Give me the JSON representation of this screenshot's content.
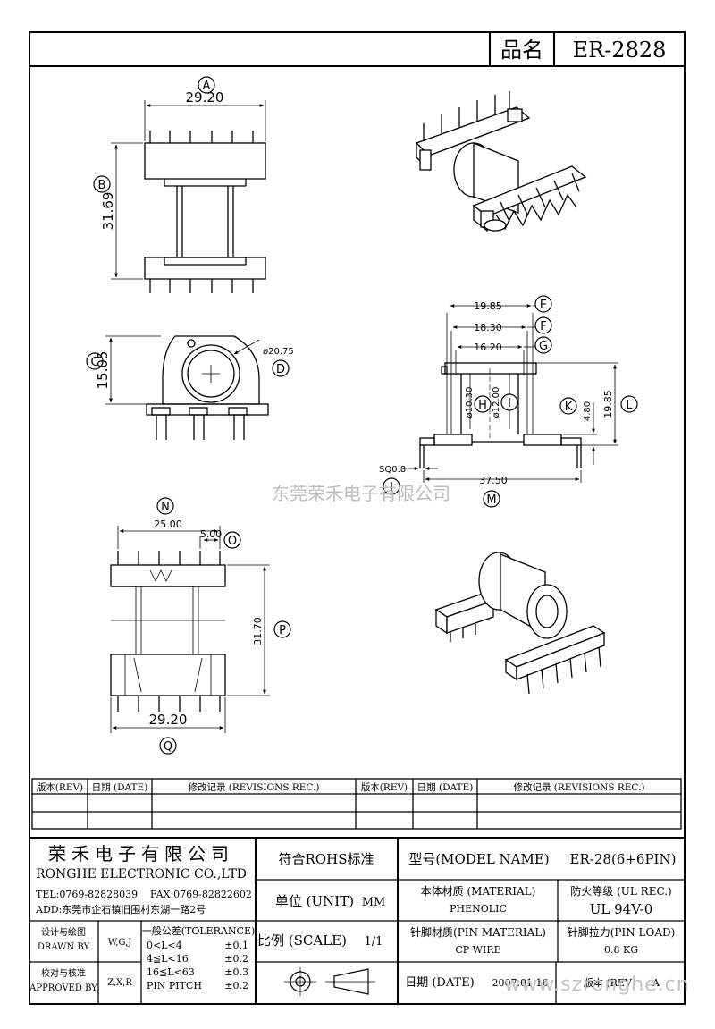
{
  "header": {
    "name_label": "品名",
    "part_no": "ER-2828"
  },
  "view_a": {
    "label_a": "A",
    "dim_a": "29.20",
    "label_b": "B",
    "dim_b": "31.69"
  },
  "view_c": {
    "label_c": "C",
    "dim_c": "15.05",
    "hole_dia": "ø20.75",
    "label_d": "D"
  },
  "view_side": {
    "label_e": "E",
    "dim_e": "19.85",
    "label_f": "F",
    "dim_f": "18.30",
    "label_g": "G",
    "dim_g": "16.20",
    "label_h": "H",
    "dim_h": "ø10.30",
    "label_i": "I",
    "dim_i": "ø12.00",
    "label_k": "K",
    "dim_k": "4.80",
    "label_l": "L",
    "dim_l": "19.85",
    "label_j": "J",
    "dim_j": "SQ0.8",
    "label_m": "M",
    "dim_m": "37.50"
  },
  "view_n": {
    "label_n": "N",
    "dim_n": "25.00",
    "label_o": "O",
    "dim_o": "5.00",
    "label_p": "P",
    "dim_p": "31.70",
    "label_q": "Q",
    "dim_q": "29.20"
  },
  "watermark_company": "东莞荣禾电子有限公司",
  "watermark_url": "www.szronghe.cn",
  "revisions": {
    "rev_header": "版本(REV)",
    "date_header": "日期 (DATE)",
    "record_header": "修改记录 (REVISIONS REC.)"
  },
  "titleblock": {
    "company_cn": "荣禾电子有限公司",
    "company_en": "RONGHE ELECTRONIC CO.,LTD",
    "tel": "TEL:0769-82828039",
    "fax": "FAX:0769-82822602",
    "address": "ADD:东莞市企石镇旧围村东湖一路2号",
    "rohs": "符合ROHS标准",
    "model_label": "型号(MODEL NAME)",
    "model_value": "ER-28(6+6PIN)",
    "unit_label": "单位 (UNIT)",
    "unit_value": "MM",
    "material_label": "本体材质 (MATERIAL)",
    "material_value": "PHENOLIC",
    "ul_label": "防火等级 (UL REC.)",
    "ul_value": "UL 94V-0",
    "designed_cn": "设计与绘图",
    "designed_en": "DRAWN BY",
    "designed_value": "W,G,J",
    "approved_cn": "校对与核准",
    "approved_en": "APPROVED BY",
    "approved_value": "Z,X,R",
    "tolerance_title": "一般公差(TOLERANCE)",
    "tol_rows": [
      {
        "range": "0<L<4",
        "value": "±0.1"
      },
      {
        "range": "4≦L<16",
        "value": "±0.2"
      },
      {
        "range": "16≦L<63",
        "value": "±0.3"
      },
      {
        "range": "PIN PITCH",
        "value": "±0.2"
      }
    ],
    "scale_label": "比例 (SCALE)",
    "scale_value": "1/1",
    "pin_material_label": "针脚材质(PIN MATERIAL)",
    "pin_material_value": "CP WIRE",
    "pin_load_label": "针脚拉力(PIN LOAD)",
    "pin_load_value": "0.8 KG",
    "date_label": "日期 (DATE)",
    "date_value": "2007.01.16",
    "rev_label": "版本 (REV)",
    "rev_value": "A"
  }
}
